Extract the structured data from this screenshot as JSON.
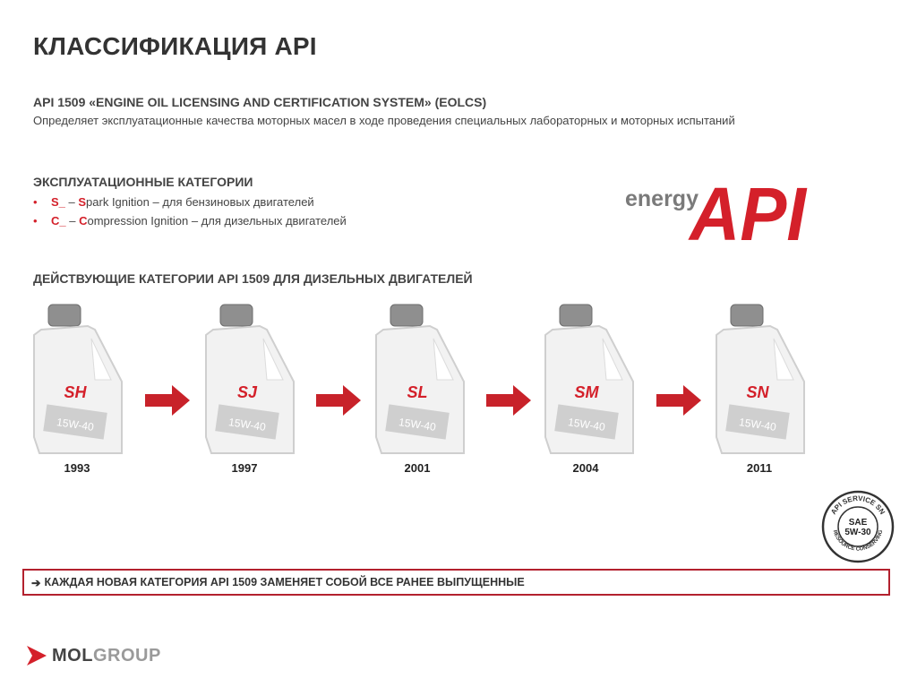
{
  "title": "КЛАССИФИКАЦИЯ API",
  "standard": {
    "title": "API 1509 «ENGINE OIL LICENSING AND CERTIFICATION SYSTEM» (EOLCS)",
    "description": "Определяет эксплуатационные качества моторных масел в ходе проведения специальных лабораторных и моторных испытаний"
  },
  "categories": {
    "heading": "ЭКСПЛУАТАЦИОННЫЕ КАТЕГОРИИ",
    "items": [
      {
        "code": "S_",
        "letter": "S",
        "rest": "park Ignition – для бензиновых двигателей"
      },
      {
        "code": "C_",
        "letter": "C",
        "rest": "ompression Ignition – для дизельных двигателей"
      }
    ]
  },
  "logo": {
    "energy": "energy",
    "api": "API",
    "color_red": "#d4202a",
    "color_grey": "#7a7a7a"
  },
  "diesel": {
    "heading": "ДЕЙСТВУЮЩИЕ КАТЕГОРИИ API 1509 ДЛЯ ДИЗЕЛЬНЫХ ДВИГАТЕЛЕЙ",
    "bottles": [
      {
        "code": "SH",
        "viscosity": "15W-40",
        "year": "1993"
      },
      {
        "code": "SJ",
        "viscosity": "15W-40",
        "year": "1997"
      },
      {
        "code": "SL",
        "viscosity": "15W-40",
        "year": "2001"
      },
      {
        "code": "SM",
        "viscosity": "15W-40",
        "year": "2004"
      },
      {
        "code": "SN",
        "viscosity": "15W-40",
        "year": "2011"
      }
    ]
  },
  "seal": {
    "ring_top": "API SERVICE SN",
    "center_line1": "SAE",
    "center_line2": "5W-30",
    "ring_bottom": "RESOURCE CONSERVING"
  },
  "banner": {
    "arrow": "➔",
    "text": "КАЖДАЯ НОВАЯ КАТЕГОРИЯ API 1509 ЗАМЕНЯЕТ СОБОЙ ВСЕ РАНЕЕ ВЫПУЩЕННЫЕ"
  },
  "footer": {
    "brand_mol": "MOL",
    "brand_group": "GROUP"
  }
}
